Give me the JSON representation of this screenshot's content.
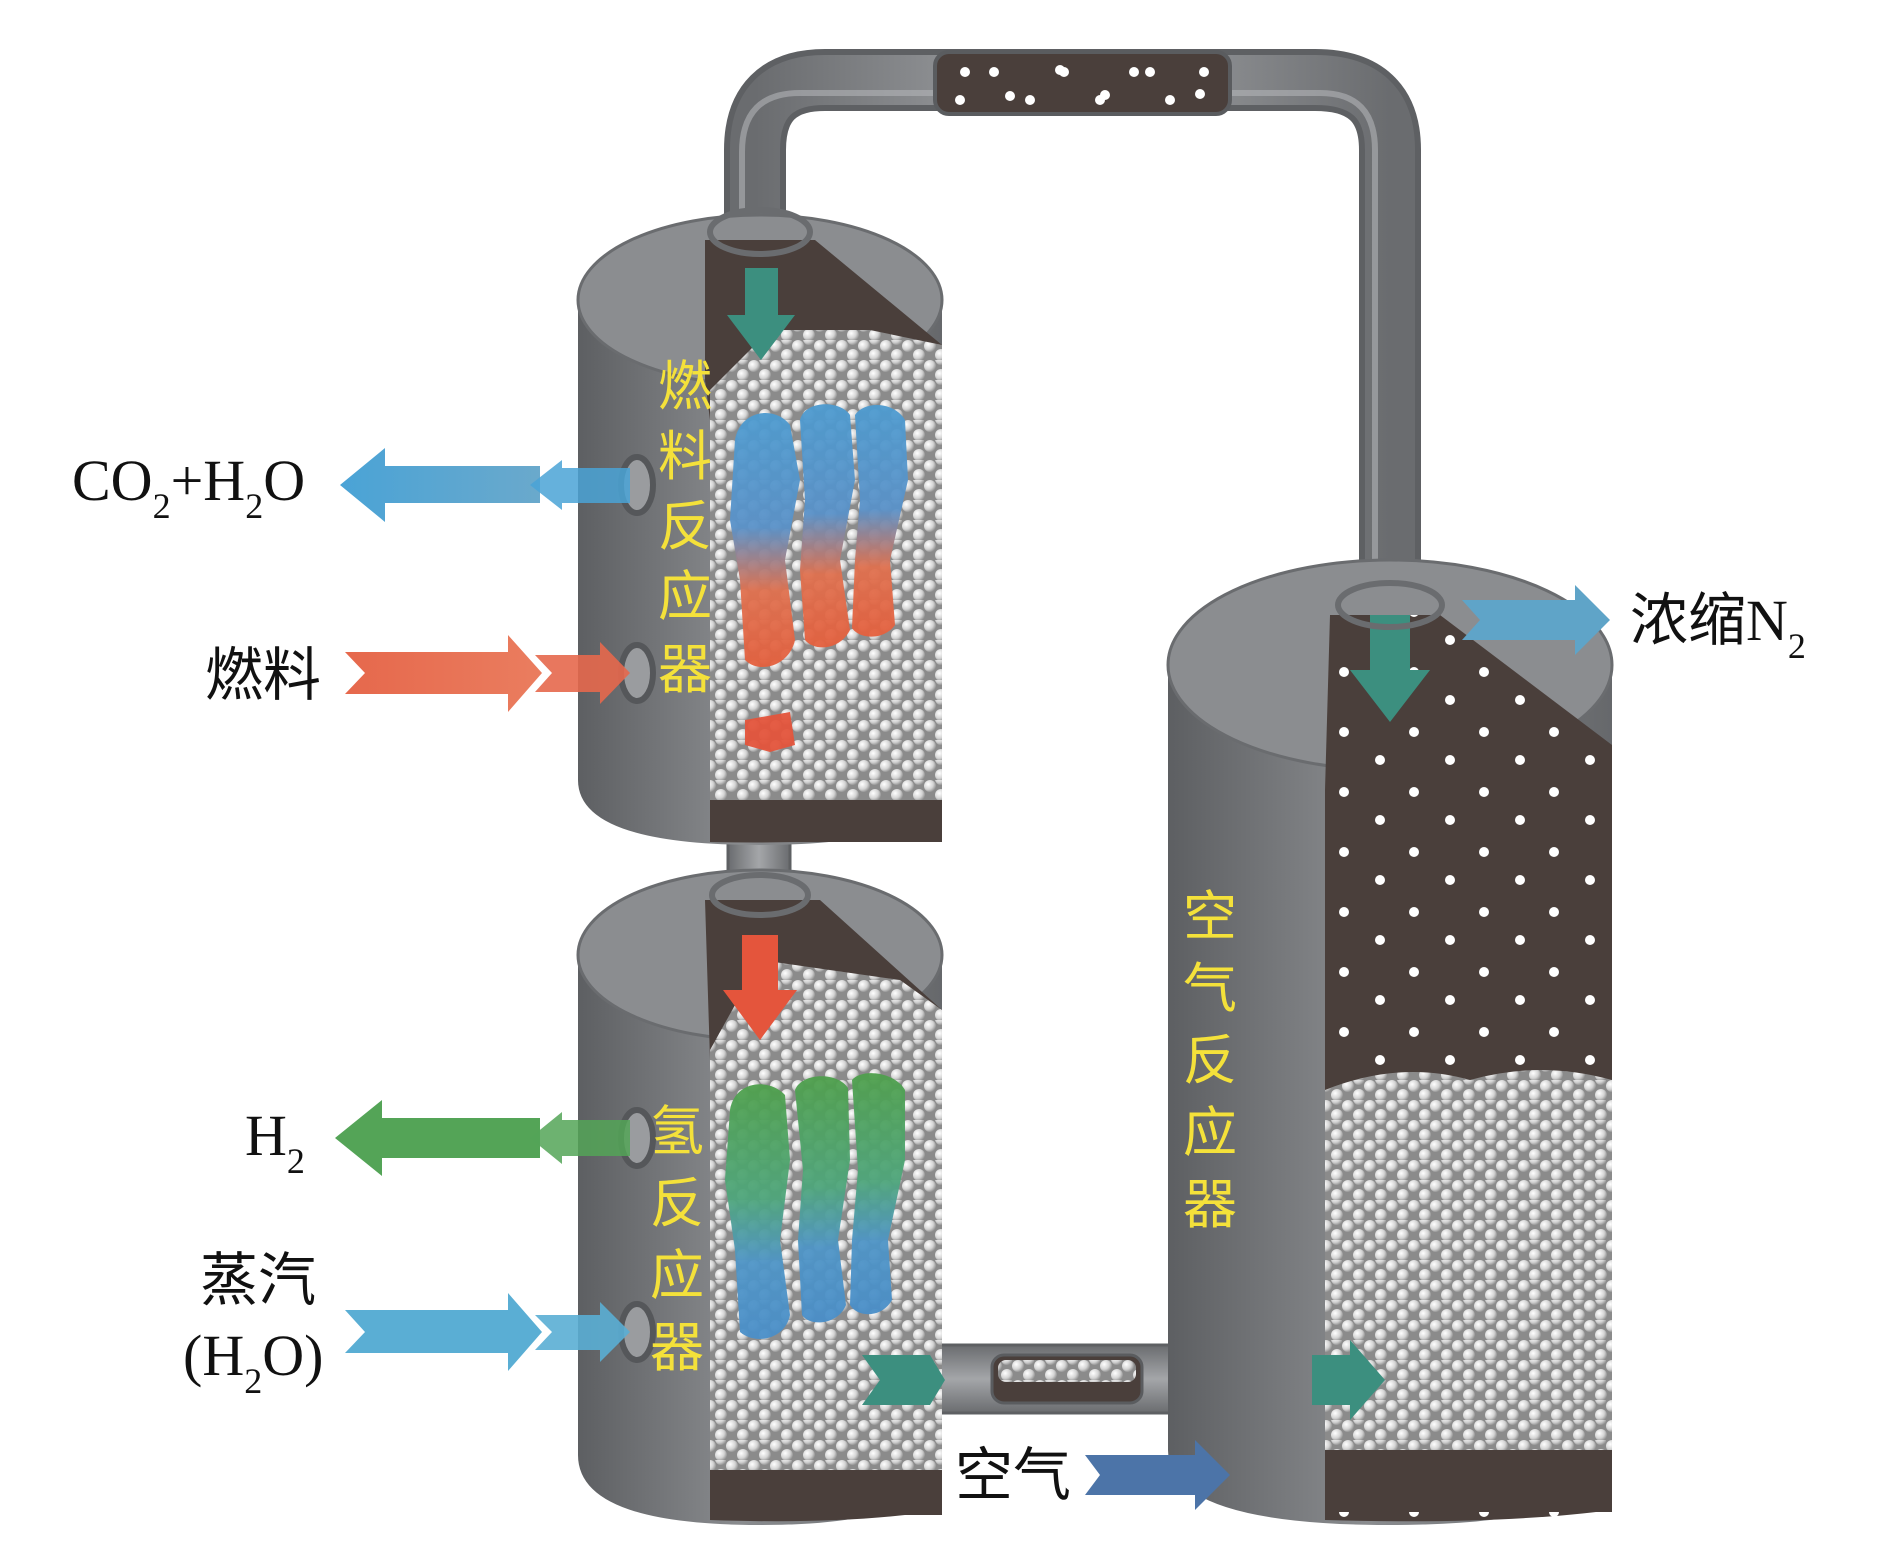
{
  "labels": {
    "co2_h2o": {
      "main": "CO",
      "sub1": "2",
      "mid": "+H",
      "sub2": "2",
      "end": "O"
    },
    "fuel_in": "燃料",
    "h2_out": {
      "main": "H",
      "sub": "2"
    },
    "steam_line1": "蒸汽",
    "steam_line2": {
      "open": "(H",
      "sub": "2",
      "close": "O)"
    },
    "n2_out": {
      "main": "浓缩N",
      "sub": "2"
    },
    "air_in": "空气"
  },
  "reactors": {
    "fuel": {
      "name": [
        "燃",
        "料",
        "反",
        "应",
        "器"
      ]
    },
    "hydrogen": {
      "name": [
        "氢",
        "反",
        "应",
        "器"
      ]
    },
    "air": {
      "name": [
        "空",
        "气",
        "反",
        "应",
        "器"
      ]
    }
  },
  "colors": {
    "vessel_gray": "#7d7f82",
    "vessel_dark": "#5f6164",
    "bed_dark": "#4a3f3b",
    "fuel_arrow": "#e4644a",
    "co2_arrow": "#4fa0cf",
    "h2_arrow": "#54a457",
    "steam_arrow": "#5aaed4",
    "n2_arrow": "#5fa4c8",
    "air_arrow": "#4c74a8",
    "teal_flow": "#3c8f7f",
    "label_yellow": "#f4e13a"
  }
}
